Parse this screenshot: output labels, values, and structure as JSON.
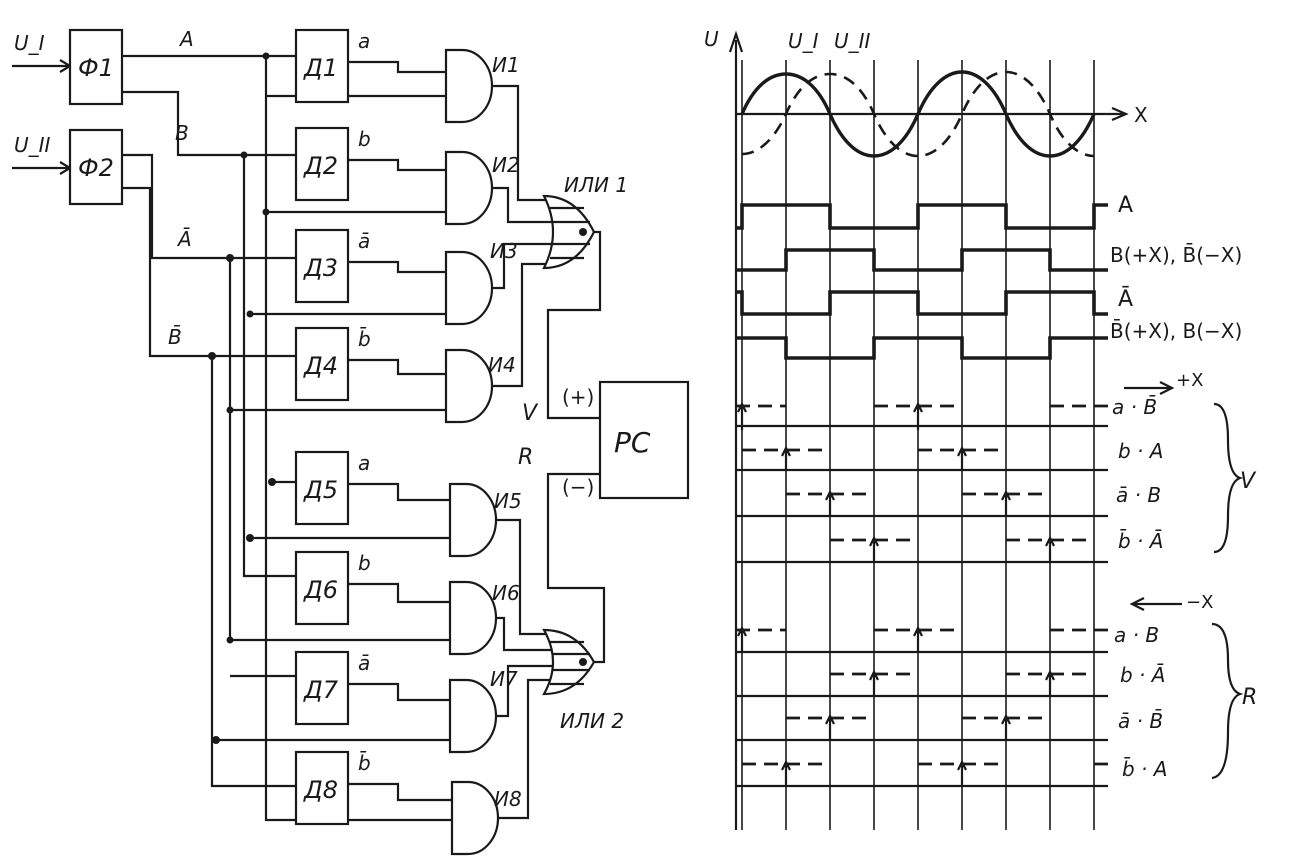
{
  "inputs": {
    "u1": "U_I",
    "u2": "U_II"
  },
  "shapers": [
    "Ф1",
    "Ф2"
  ],
  "signals": {
    "A": "A",
    "B": "B",
    "A_bar": "Ā",
    "B_bar": "B̄"
  },
  "differentiators": [
    "Д1",
    "Д2",
    "Д3",
    "Д4",
    "Д5",
    "Д6",
    "Д7",
    "Д8"
  ],
  "diff_outputs": [
    "a",
    "b",
    "ā",
    "b̄",
    "a",
    "b",
    "ā",
    "b̄"
  ],
  "and_gates": [
    "И1",
    "И2",
    "И3",
    "И4",
    "И5",
    "И6",
    "И7",
    "И8"
  ],
  "or_gates": [
    "ИЛИ 1",
    "ИЛИ 2"
  ],
  "counter": {
    "label": "РС",
    "plus": "(+)",
    "minus": "(−)"
  },
  "bus_labels": {
    "v": "V",
    "r": "R"
  },
  "timing": {
    "u_axis": "U",
    "x_axis": "X",
    "wave_labels": [
      "U_I",
      "U_II"
    ],
    "levels": [
      "A",
      "B(+X), B̄(−X)",
      "Ā",
      "B̄(+X), B(−X)"
    ],
    "forward_dir": "+X",
    "reverse_dir": "−X",
    "v_group": "V",
    "r_group": "R",
    "v_products": [
      "a · B̄",
      "b · A",
      "ā · B",
      "b̄ · Ā"
    ],
    "r_products": [
      "a · B",
      "b · Ā",
      "ā · B̄",
      "b̄ · A"
    ]
  }
}
